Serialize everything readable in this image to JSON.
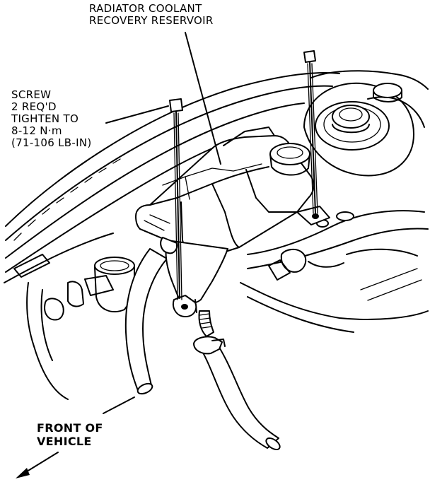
{
  "callouts": {
    "reservoir": [
      "RADIATOR COOLANT",
      "RECOVERY RESERVOIR"
    ],
    "screw": [
      "SCREW",
      "2 REQ'D",
      "TIGHTEN TO",
      "8-12 N·m",
      "(71-106 LB-IN)"
    ],
    "front": [
      "FRONT OF",
      "VEHICLE"
    ]
  }
}
